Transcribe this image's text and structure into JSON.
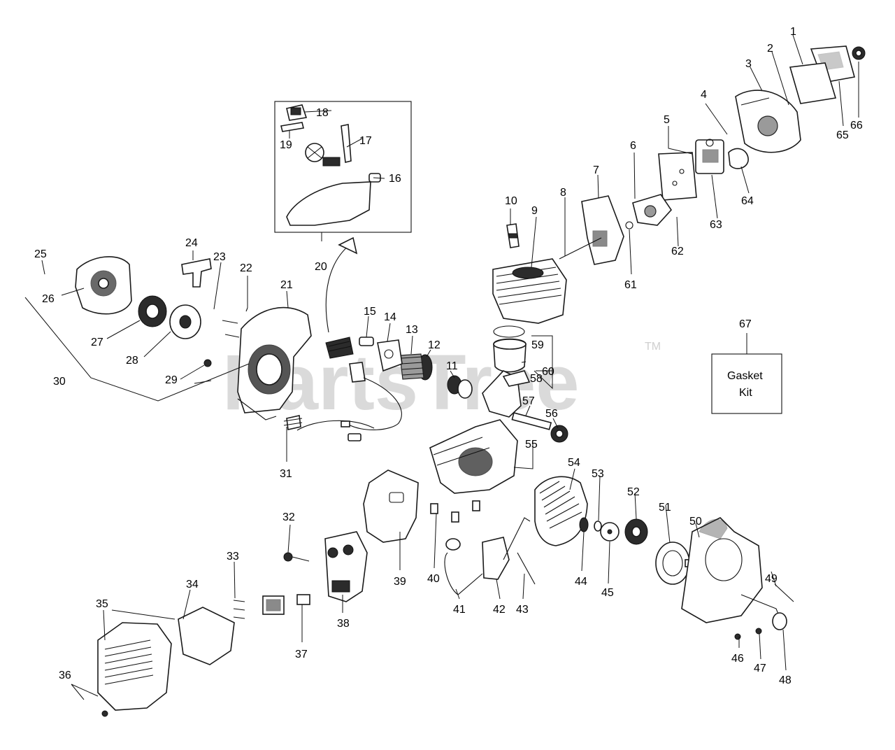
{
  "watermark": "PartsTree",
  "trademark": "TM",
  "gasket_kit": {
    "line1": "Gasket",
    "line2": "Kit",
    "number": "67"
  },
  "callouts": [
    "1",
    "2",
    "3",
    "4",
    "5",
    "6",
    "7",
    "8",
    "9",
    "10",
    "11",
    "12",
    "13",
    "14",
    "15",
    "16",
    "17",
    "18",
    "19",
    "20",
    "21",
    "22",
    "23",
    "24",
    "25",
    "26",
    "27",
    "28",
    "29",
    "30",
    "31",
    "32",
    "33",
    "34",
    "35",
    "36",
    "37",
    "38",
    "39",
    "40",
    "41",
    "42",
    "43",
    "44",
    "45",
    "46",
    "47",
    "48",
    "49",
    "50",
    "51",
    "52",
    "53",
    "54",
    "55",
    "56",
    "57",
    "58",
    "59",
    "60",
    "61",
    "62",
    "63",
    "64",
    "65",
    "66"
  ]
}
